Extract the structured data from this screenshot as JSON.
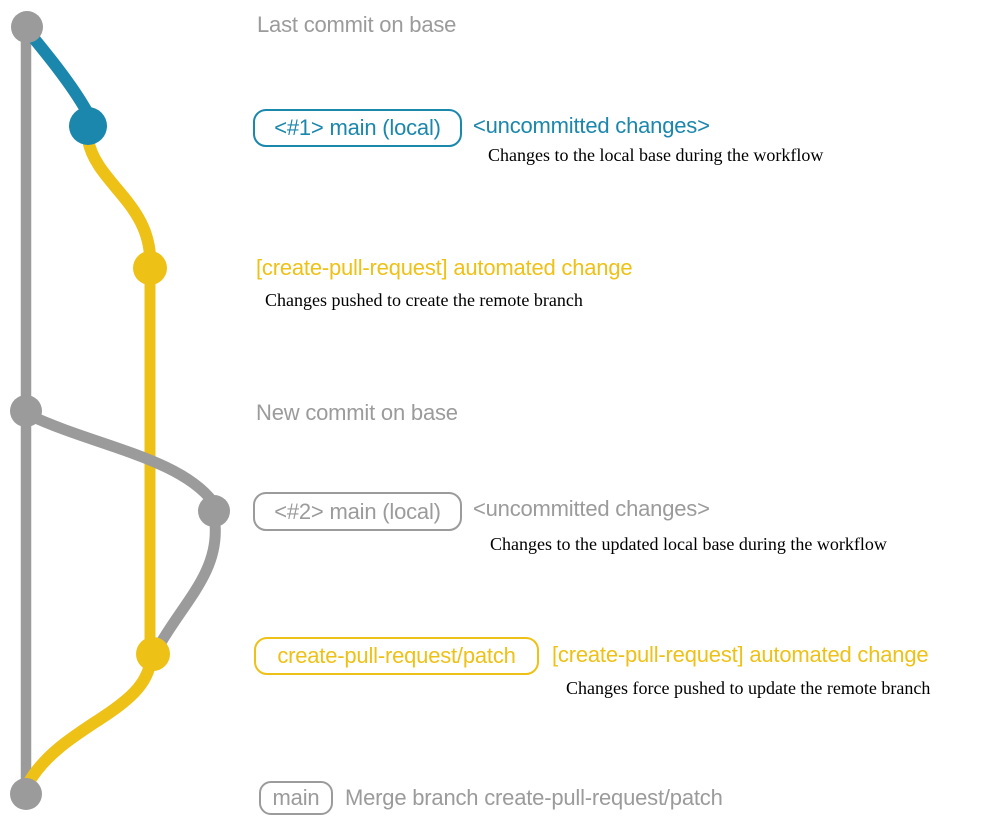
{
  "colors": {
    "gray": "#9b9b9b",
    "blue": "#1b87ac",
    "yellow": "#eec117",
    "note_text": "#000000"
  },
  "graph": {
    "description": "git branch graph",
    "branches": [
      {
        "name": "base",
        "color_key": "gray"
      },
      {
        "name": "local-main",
        "color_key": "blue then gray"
      },
      {
        "name": "create-pull-request/patch",
        "color_key": "yellow"
      }
    ],
    "nodes": [
      {
        "id": "last-commit-on-base",
        "color_key": "gray"
      },
      {
        "id": "local-change-1",
        "color_key": "blue"
      },
      {
        "id": "automated-change-1",
        "color_key": "yellow"
      },
      {
        "id": "new-commit-on-base",
        "color_key": "gray"
      },
      {
        "id": "local-change-2",
        "color_key": "gray"
      },
      {
        "id": "automated-change-2",
        "color_key": "yellow"
      },
      {
        "id": "merge-commit",
        "color_key": "gray"
      }
    ]
  },
  "annotations": {
    "row1": {
      "label": "Last commit on base"
    },
    "row2": {
      "badge": "<#1> main (local)",
      "heading": "<uncommitted changes>",
      "note": "Changes to the local base during the workflow"
    },
    "row3": {
      "heading": "[create-pull-request] automated change",
      "note": "Changes pushed to create the remote branch"
    },
    "row4": {
      "label": "New commit on base"
    },
    "row5": {
      "badge": "<#2> main (local)",
      "heading": "<uncommitted changes>",
      "note": "Changes to the updated local base during the workflow"
    },
    "row6": {
      "badge": "create-pull-request/patch",
      "heading": "[create-pull-request] automated change",
      "note": "Changes force pushed to update the remote branch"
    },
    "row7": {
      "badge": "main",
      "label": "Merge branch create-pull-request/patch"
    }
  }
}
